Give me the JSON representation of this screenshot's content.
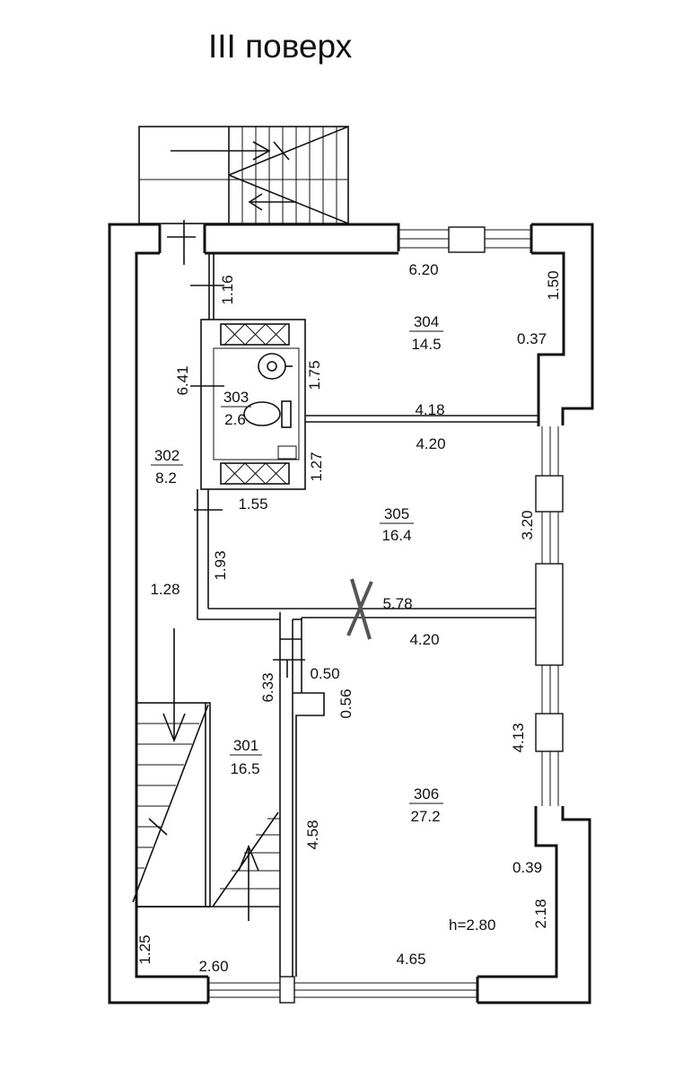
{
  "floor_title": "III поверх",
  "rooms": [
    {
      "number": "301",
      "area": "16.5"
    },
    {
      "number": "302",
      "area": "8.2"
    },
    {
      "number": "303",
      "area": "2.6"
    },
    {
      "number": "304",
      "area": "14.5"
    },
    {
      "number": "305",
      "area": "16.4"
    },
    {
      "number": "306",
      "area": "27.2"
    }
  ],
  "dimensions": {
    "d_6_20": "6.20",
    "d_1_50": "1.50",
    "d_0_37_top": "0.37",
    "d_1_16": "1.16",
    "d_1_75": "1.75",
    "d_6_41": "6.41",
    "d_4_18": "4.18",
    "d_4_20_a": "4.20",
    "d_1_27": "1.27",
    "d_1_55": "1.55",
    "d_3_20": "3.20",
    "d_1_93": "1.93",
    "d_1_28": "1.28",
    "d_5_78": "5.78",
    "d_4_20_b": "4.20",
    "d_0_50": "0.50",
    "d_6_33": "6.33",
    "d_0_56": "0.56",
    "d_4_13": "4.13",
    "d_4_58": "4.58",
    "d_0_39": "0.39",
    "d_2_18": "2.18",
    "d_1_25": "1.25",
    "d_2_60": "2.60",
    "d_4_65": "4.65"
  },
  "ceiling_height": "h=2.80"
}
